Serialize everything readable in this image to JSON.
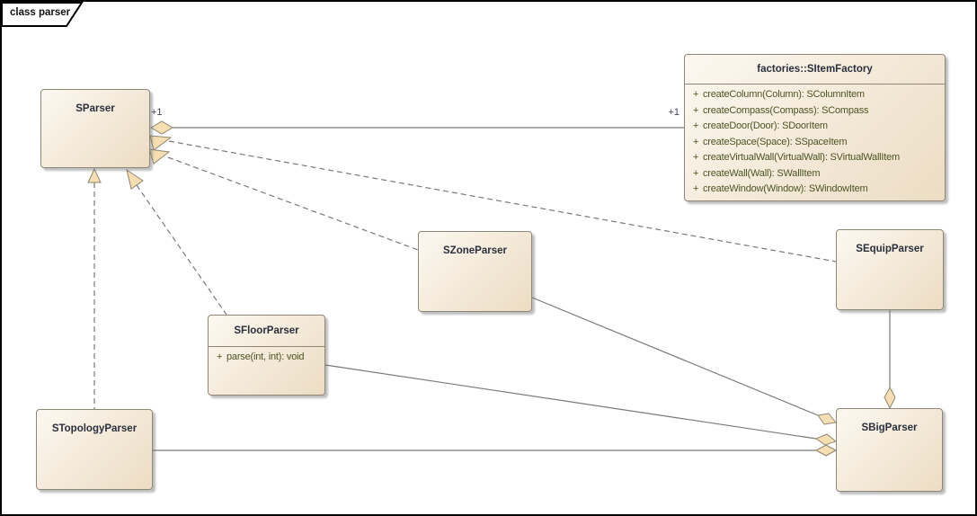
{
  "frame": {
    "label": "class parser"
  },
  "classes": {
    "sparser": {
      "name": "SParser"
    },
    "sitemfactory": {
      "name": "factories::SItemFactory",
      "methods": [
        {
          "vis": "+",
          "sig": "createColumn(Column): SColumnItem"
        },
        {
          "vis": "+",
          "sig": "createCompass(Compass): SCompass"
        },
        {
          "vis": "+",
          "sig": "createDoor(Door): SDoorItem"
        },
        {
          "vis": "+",
          "sig": "createSpace(Space): SSpaceItem"
        },
        {
          "vis": "+",
          "sig": "createVirtualWall(VirtualWall): SVirtualWallItem"
        },
        {
          "vis": "+",
          "sig": "createWall(Wall): SWallItem"
        },
        {
          "vis": "+",
          "sig": "createWindow(Window): SWindowItem"
        }
      ]
    },
    "szoneparser": {
      "name": "SZoneParser"
    },
    "sfloorparser": {
      "name": "SFloorParser",
      "methods": [
        {
          "vis": "+",
          "sig": "parse(int, int): void"
        }
      ]
    },
    "stopologyparser": {
      "name": "STopologyParser"
    },
    "sequipparser": {
      "name": "SEquipParser"
    },
    "sbigparser": {
      "name": "SBigParser"
    }
  },
  "relations": {
    "parser_aggregates_factory": {
      "type": "aggregation",
      "from": "SParser",
      "to": "factories::SItemFactory",
      "source_multiplicity": "+1",
      "target_multiplicity": "+1"
    },
    "equip_realizes_parser": {
      "type": "realization",
      "from": "SEquipParser",
      "to": "SParser"
    },
    "zone_realizes_parser": {
      "type": "realization",
      "from": "SZoneParser",
      "to": "SParser"
    },
    "topology_realizes_parser": {
      "type": "realization",
      "from": "STopologyParser",
      "to": "SParser"
    },
    "floor_realizes_parser": {
      "type": "realization",
      "from": "SFloorParser",
      "to": "SParser"
    },
    "big_aggregates_zone": {
      "type": "aggregation",
      "from": "SBigParser",
      "to": "SZoneParser"
    },
    "big_aggregates_floor": {
      "type": "aggregation",
      "from": "SBigParser",
      "to": "SFloorParser"
    },
    "big_aggregates_topology": {
      "type": "aggregation",
      "from": "SBigParser",
      "to": "STopologyParser"
    },
    "big_aggregates_equip": {
      "type": "aggregation",
      "from": "SBigParser",
      "to": "SEquipParser"
    }
  },
  "colors": {
    "box-fill-light": "#fcf8f0",
    "box-fill-dark": "#ecdcc3",
    "box-border": "#8f8778",
    "title-text": "#2a2f3c",
    "method-text": "#4c5322",
    "line": "#7a7a72",
    "arrow-fill": "#f5dfb2",
    "arrow-stroke": "#8f8673",
    "mult-text": "#3c4250",
    "frame-border": "#000000"
  }
}
